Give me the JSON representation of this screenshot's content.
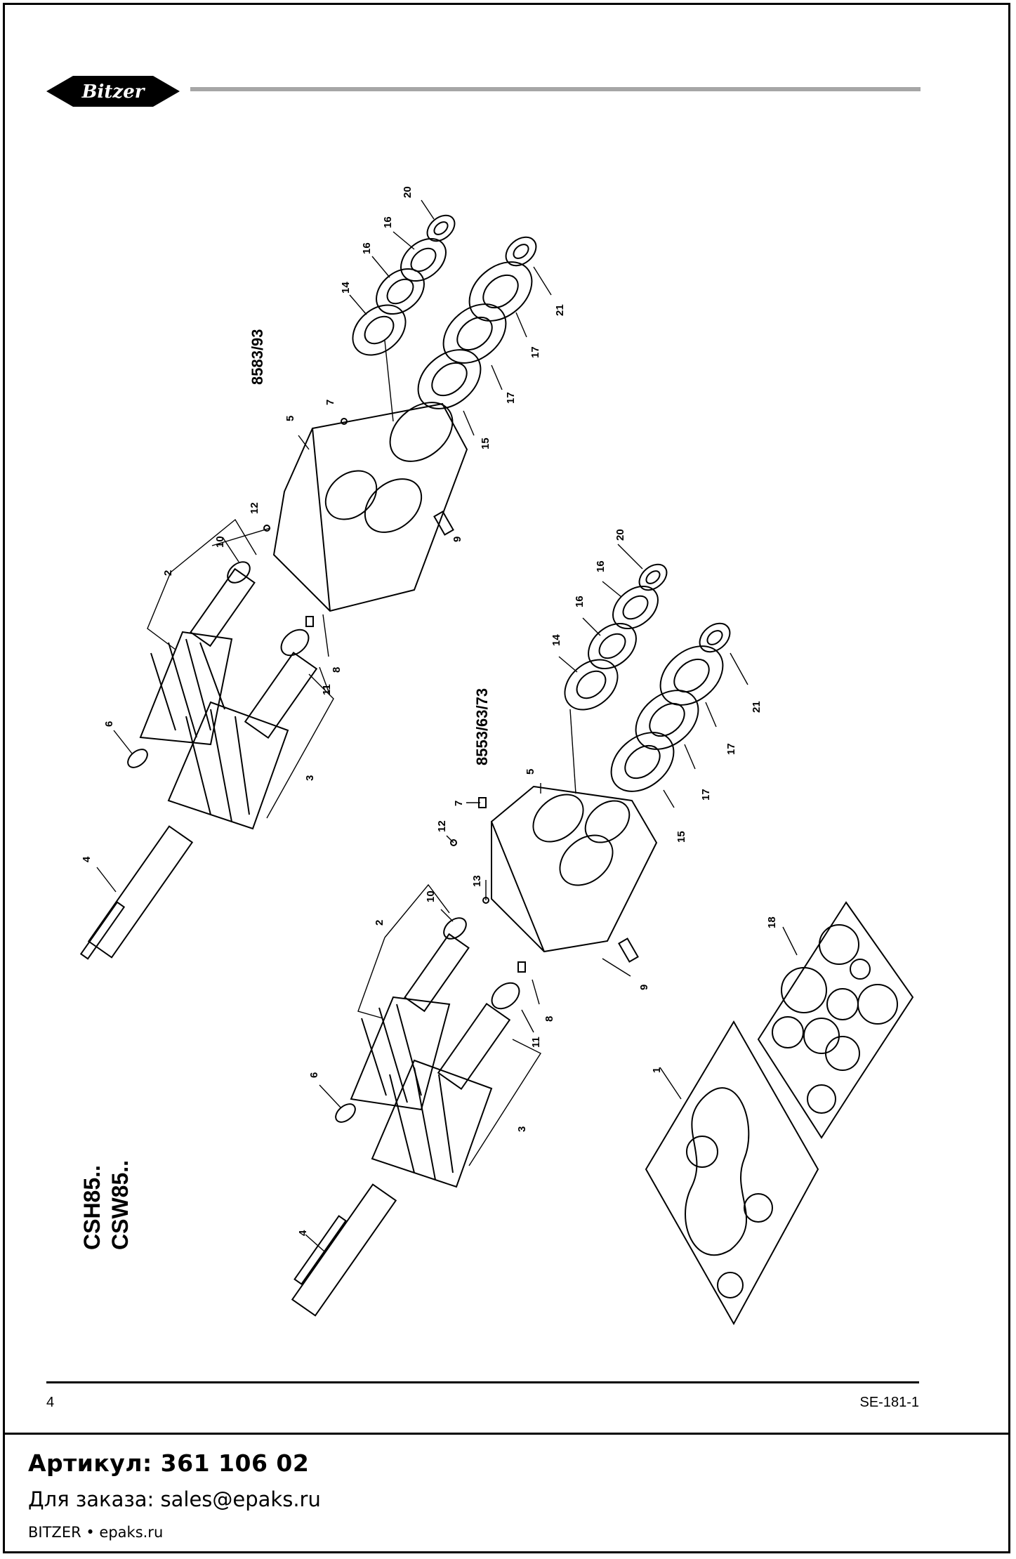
{
  "logo": {
    "text": "Bitzer"
  },
  "groups": {
    "upper": "8583/93",
    "lower": "8553/63/73",
    "models": [
      "CSH85..",
      "CSW85.."
    ]
  },
  "part_numbers": {
    "upper": [
      "20",
      "16",
      "16",
      "14",
      "21",
      "17",
      "17",
      "15",
      "7",
      "5",
      "12",
      "9",
      "10",
      "2",
      "8",
      "11",
      "6",
      "3",
      "4"
    ],
    "lower": [
      "20",
      "16",
      "16",
      "14",
      "21",
      "17",
      "17",
      "15",
      "5",
      "7",
      "12",
      "13",
      "10",
      "2",
      "9",
      "8",
      "11",
      "6",
      "3",
      "4",
      "18",
      "1"
    ]
  },
  "footer": {
    "page_number": "4",
    "doc_code": "SE-181-1"
  },
  "order_panel": {
    "article": "Артикул: 361 106 02",
    "order_line": "Для заказа: sales@epaks.ru",
    "site_line": "BITZER • epaks.ru"
  }
}
